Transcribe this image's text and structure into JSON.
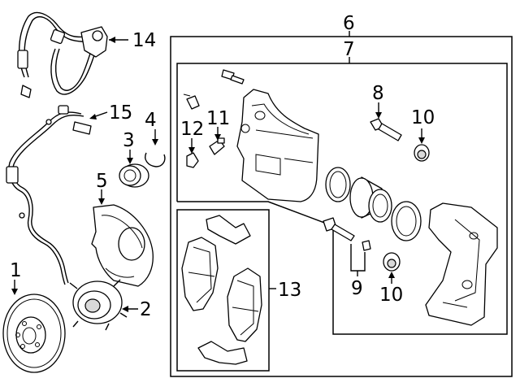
{
  "diagram": {
    "callouts": [
      {
        "id": "c1",
        "label": "1"
      },
      {
        "id": "c2",
        "label": "2"
      },
      {
        "id": "c3",
        "label": "3"
      },
      {
        "id": "c4",
        "label": "4"
      },
      {
        "id": "c5",
        "label": "5"
      },
      {
        "id": "c6",
        "label": "6"
      },
      {
        "id": "c7",
        "label": "7"
      },
      {
        "id": "c8",
        "label": "8"
      },
      {
        "id": "c9",
        "label": "9"
      },
      {
        "id": "c10a",
        "label": "10"
      },
      {
        "id": "c10b",
        "label": "10"
      },
      {
        "id": "c11",
        "label": "11"
      },
      {
        "id": "c12",
        "label": "12"
      },
      {
        "id": "c13",
        "label": "13"
      },
      {
        "id": "c14",
        "label": "14"
      },
      {
        "id": "c15",
        "label": "15"
      }
    ]
  }
}
